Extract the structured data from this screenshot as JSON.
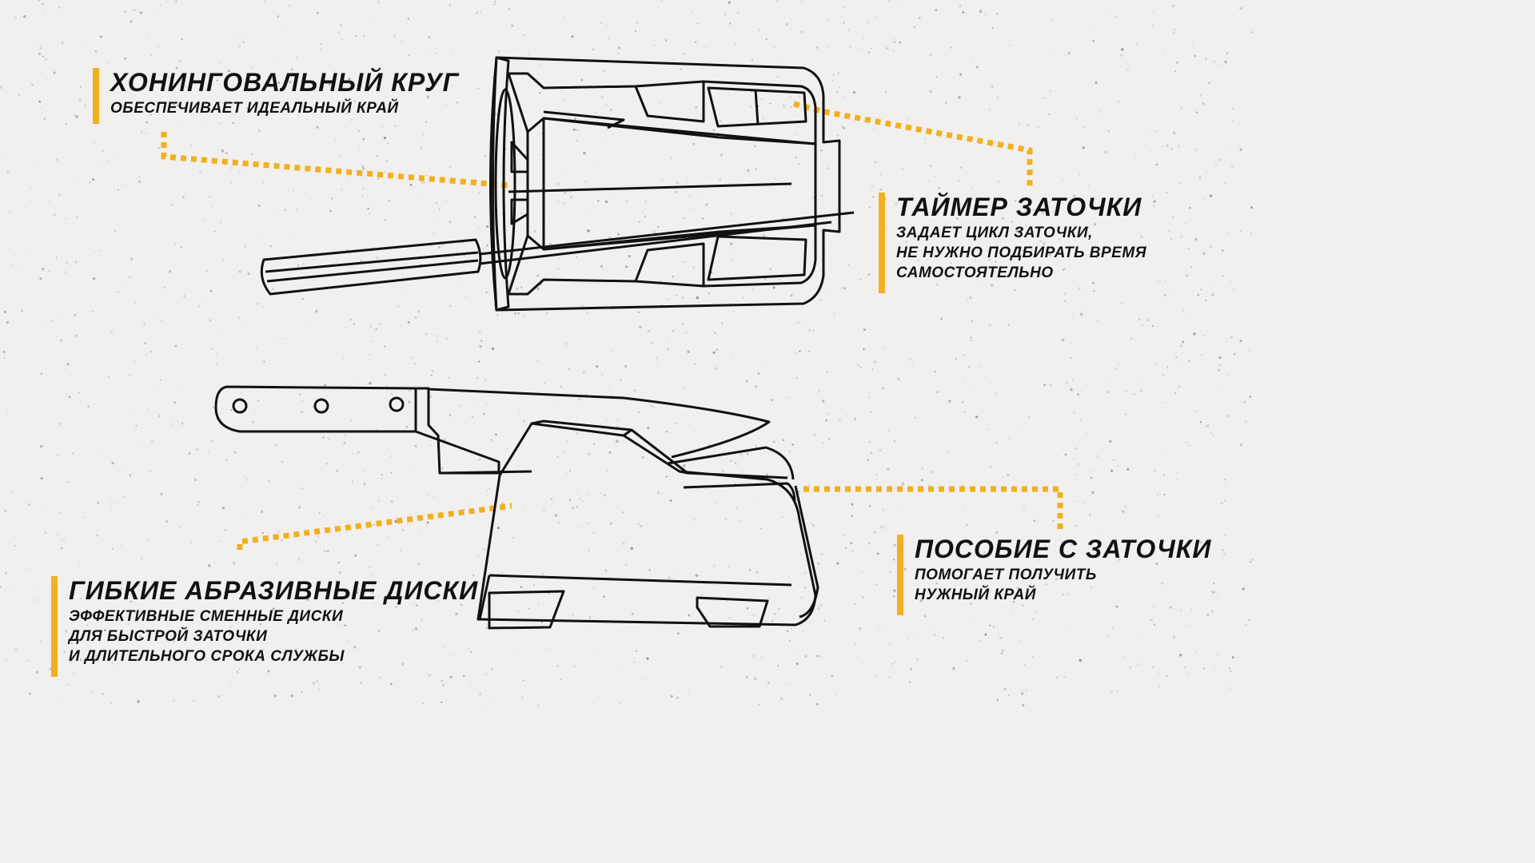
{
  "colors": {
    "accent": "#f0b020",
    "ink": "#111111",
    "background": "#f1f0ee"
  },
  "callouts": {
    "honing": {
      "title": "ХОНИНГОВАЛЬНЫЙ КРУГ",
      "desc": "ОБЕСПЕЧИВАЕТ ИДЕАЛЬНЫЙ КРАЙ"
    },
    "timer": {
      "title": "ТАЙМЕР ЗАТОЧКИ",
      "desc": "ЗАДАЕТ ЦИКЛ ЗАТОЧКИ,\nНЕ НУЖНО ПОДБИРАТЬ ВРЕМЯ\nСАМОСТОЯТЕЛЬНО"
    },
    "disks": {
      "title": "ГИБКИЕ АБРАЗИВНЫЕ ДИСКИ",
      "desc": "ЭФФЕКТИВНЫЕ СМЕННЫЕ ДИСКИ\nДЛЯ БЫСТРОЙ ЗАТОЧКИ\nИ ДЛИТЕЛЬНОГО СРОКА СЛУЖБЫ"
    },
    "guide": {
      "title": "ПОСОБИЕ С ЗАТОЧКИ",
      "desc": "ПОМОГАЕТ ПОЛУЧИТЬ\nНУЖНЫЙ КРАЙ"
    }
  }
}
